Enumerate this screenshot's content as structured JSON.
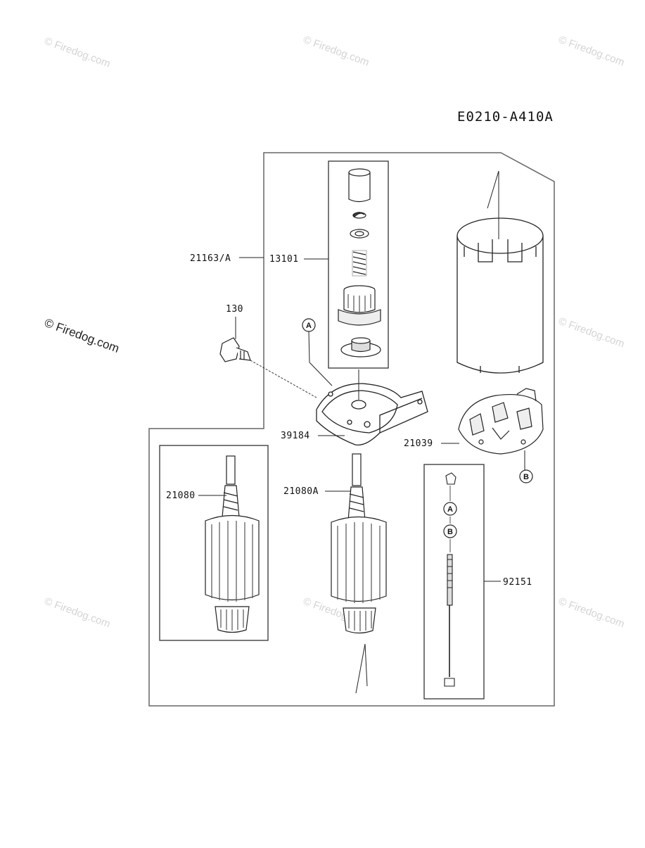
{
  "diagram_code": "E0210-A410A",
  "watermarks": {
    "light": "© Firedog.com",
    "dark": "© Firedog.com"
  },
  "part_labels": {
    "p21163A": "21163/A",
    "p13101": "13101",
    "p130": "130",
    "p39184": "39184",
    "p21039": "21039",
    "p21080": "21080",
    "p21080A": "21080A",
    "p92151": "92151"
  },
  "callouts": {
    "a": "A",
    "b": "B"
  },
  "icons": [
    "starter-yoke-icon",
    "pinion-gear-icon",
    "end-bracket-icon",
    "brush-holder-icon",
    "armature-icon",
    "bolt-icon",
    "through-bolt-icon"
  ]
}
